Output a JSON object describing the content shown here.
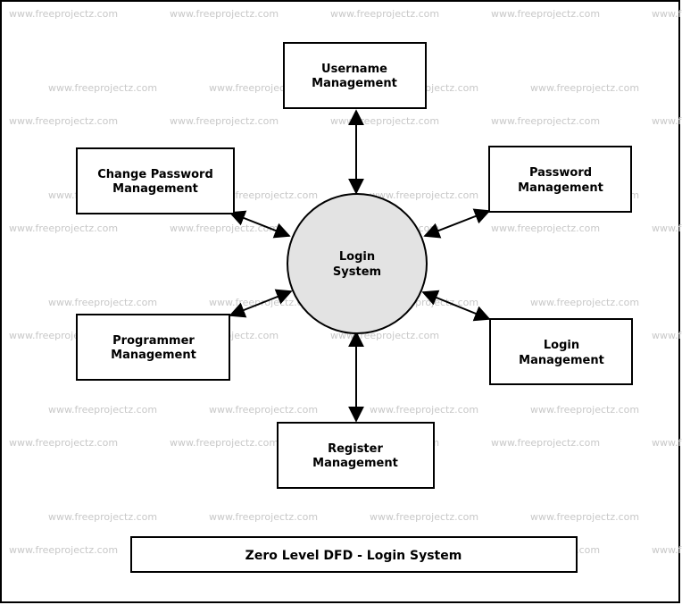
{
  "watermark": "www.freeprojectz.com",
  "center_process": {
    "line1": "Login",
    "line2": "System",
    "fill": "#e3e3e3"
  },
  "entities": {
    "username": {
      "line1": "Username",
      "line2": "Management"
    },
    "change_password": {
      "line1": "Change Password",
      "line2": "Management"
    },
    "password": {
      "line1": "Password",
      "line2": "Management"
    },
    "programmer": {
      "line1": "Programmer",
      "line2": "Management"
    },
    "login": {
      "line1": "Login",
      "line2": "Management"
    },
    "register": {
      "line1": "Register",
      "line2": "Management"
    }
  },
  "title": "Zero Level DFD - Login System"
}
